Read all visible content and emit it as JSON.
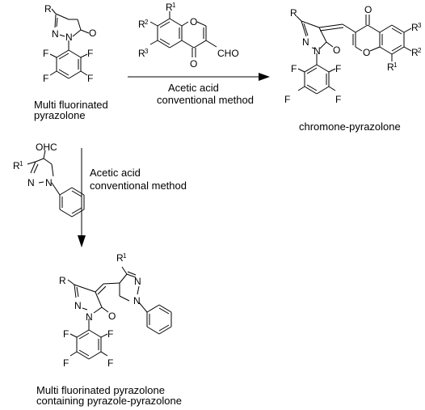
{
  "reactions": {
    "top": {
      "condition_line1": "Acetic acid",
      "condition_line2": "conventional method"
    },
    "down": {
      "condition_line1": "Acetic acid",
      "condition_line2": "conventional method"
    }
  },
  "compounds": {
    "starting": {
      "label_line1": "Multi fluorinated",
      "label_line2": "pyrazolone"
    },
    "chromone_product": {
      "label": "chromone-pyrazolone"
    },
    "pyrazole_product": {
      "label_line1": "Multi fluorinated pyrazolone",
      "label_line2": "containing pyrazole-pyrazolone"
    }
  },
  "atoms": {
    "R": "R",
    "R1": "R",
    "R2": "R",
    "R3": "R",
    "sup1": "1",
    "sup2": "2",
    "sup3": "3",
    "N": "N",
    "O": "O",
    "F": "F",
    "CHO": "CHO",
    "OHC": "OHC"
  }
}
